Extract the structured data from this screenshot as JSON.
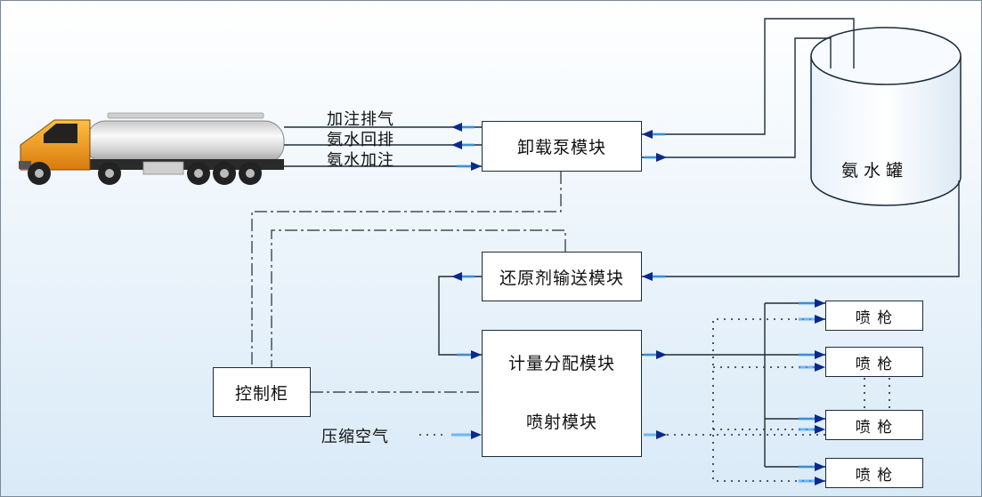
{
  "modules": {
    "unload_pump": "卸载泵模块",
    "reductant_transfer": "还原剂输送模块",
    "metering": "计量分配模块",
    "injection": "喷射模块",
    "control_cabinet": "控制柜"
  },
  "tank": {
    "label": "氨水罐"
  },
  "truck_lines": {
    "fill_vent": "加注排气",
    "ammonia_return": "氨水回排",
    "ammonia_fill": "氨水加注"
  },
  "compressed_air": "压缩空气",
  "nozzles": [
    "喷 枪",
    "喷 枪",
    "喷 枪",
    "喷 枪"
  ],
  "colors": {
    "truck_cab": "#f0a020",
    "tank_silver": "#d9d9d9",
    "line": "#1c2c3c",
    "arrow": "#0a2a8a",
    "arrow_glow": "#3aa0ff"
  },
  "icons": {
    "truck": "tanker-truck-icon",
    "tank": "storage-tank-icon",
    "arrow": "flow-arrow-icon"
  }
}
